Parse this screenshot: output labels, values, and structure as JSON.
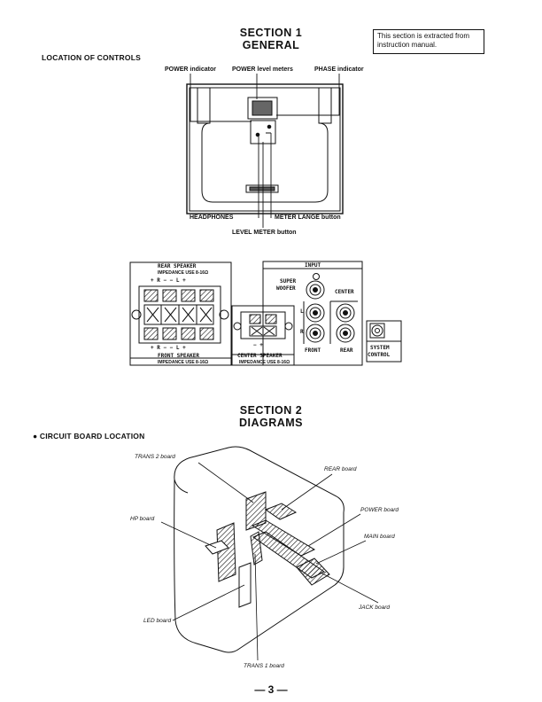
{
  "section1": {
    "number": "SECTION 1",
    "title": "GENERAL"
  },
  "note": "This section is extracted from instruction manual.",
  "location_heading": "LOCATION OF CONTROLS",
  "front_labels": {
    "power_indicator": "POWER indicator",
    "power_level_meters": "POWER level meters",
    "phase_indicator": "PHASE indicator",
    "headphones": "HEADPHONES",
    "meter_lange": "METER LANGE button",
    "level_meter": "LEVEL METER button"
  },
  "rear_panel": {
    "rear_speaker": "REAR SPEAKER",
    "rear_impedance": "IMPEDANCE USE 8-16Ω",
    "rear_polarity": "+ R −    − L +",
    "front_polarity": "+ R −    − L +",
    "front_speaker": "FRONT SPEAKER",
    "front_impedance": "IMPEDANCE USE 8-16Ω",
    "center_polarity": "−    +",
    "center_speaker": "CENTER SPEAKER",
    "center_impedance": "IMPEDANCE USE 8-16Ω",
    "input": "INPUT",
    "super_woofer_1": "SUPER",
    "super_woofer_2": "WOOFER",
    "center": "CENTER",
    "l": "L",
    "r": "R",
    "front": "FRONT",
    "rear": "REAR",
    "system_control_1": "SYSTEM",
    "system_control_2": "CONTROL"
  },
  "section2": {
    "number": "SECTION 2",
    "title": "DIAGRAMS"
  },
  "circuit_heading": "● CIRCUIT BOARD LOCATION",
  "boards": {
    "trans2": "TRANS 2 board",
    "rear": "REAR board",
    "power": "POWER board",
    "hp": "HP board",
    "main": "MAIN board",
    "jack": "JACK board",
    "led": "LED board",
    "trans1": "TRANS 1 board"
  },
  "page_number": "— 3 —"
}
